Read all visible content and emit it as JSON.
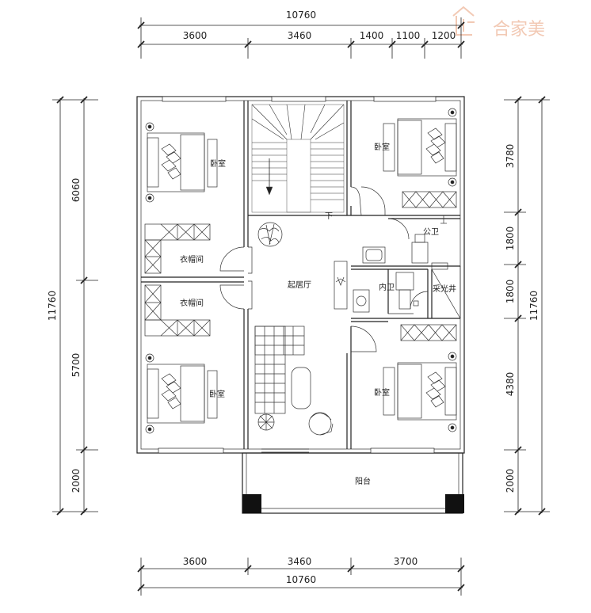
{
  "logo": {
    "text": "合家美"
  },
  "dimensions": {
    "top_total": "10760",
    "top_segments": [
      "3600",
      "3460",
      "1400",
      "1100",
      "1200"
    ],
    "bottom_segments": [
      "3600",
      "3460",
      "3700"
    ],
    "bottom_total": "10760",
    "left_total": "11760",
    "left_segments": [
      "6060",
      "5700",
      "2000"
    ],
    "right_total": "11760",
    "right_segments": [
      "3780",
      "1800",
      "1800",
      "4380",
      "2000"
    ]
  },
  "rooms": {
    "bedroom_top_left": "卧室",
    "bedroom_top_right": "卧室",
    "bedroom_bottom_left": "卧室",
    "bedroom_bottom_right": "卧室",
    "cloakroom_upper": "衣帽间",
    "cloakroom_lower": "衣帽间",
    "living_room": "起居厅",
    "public_bath": "公卫",
    "private_bath": "内卫",
    "light_well": "采光井",
    "balcony": "阳台",
    "stair_down": "下"
  }
}
